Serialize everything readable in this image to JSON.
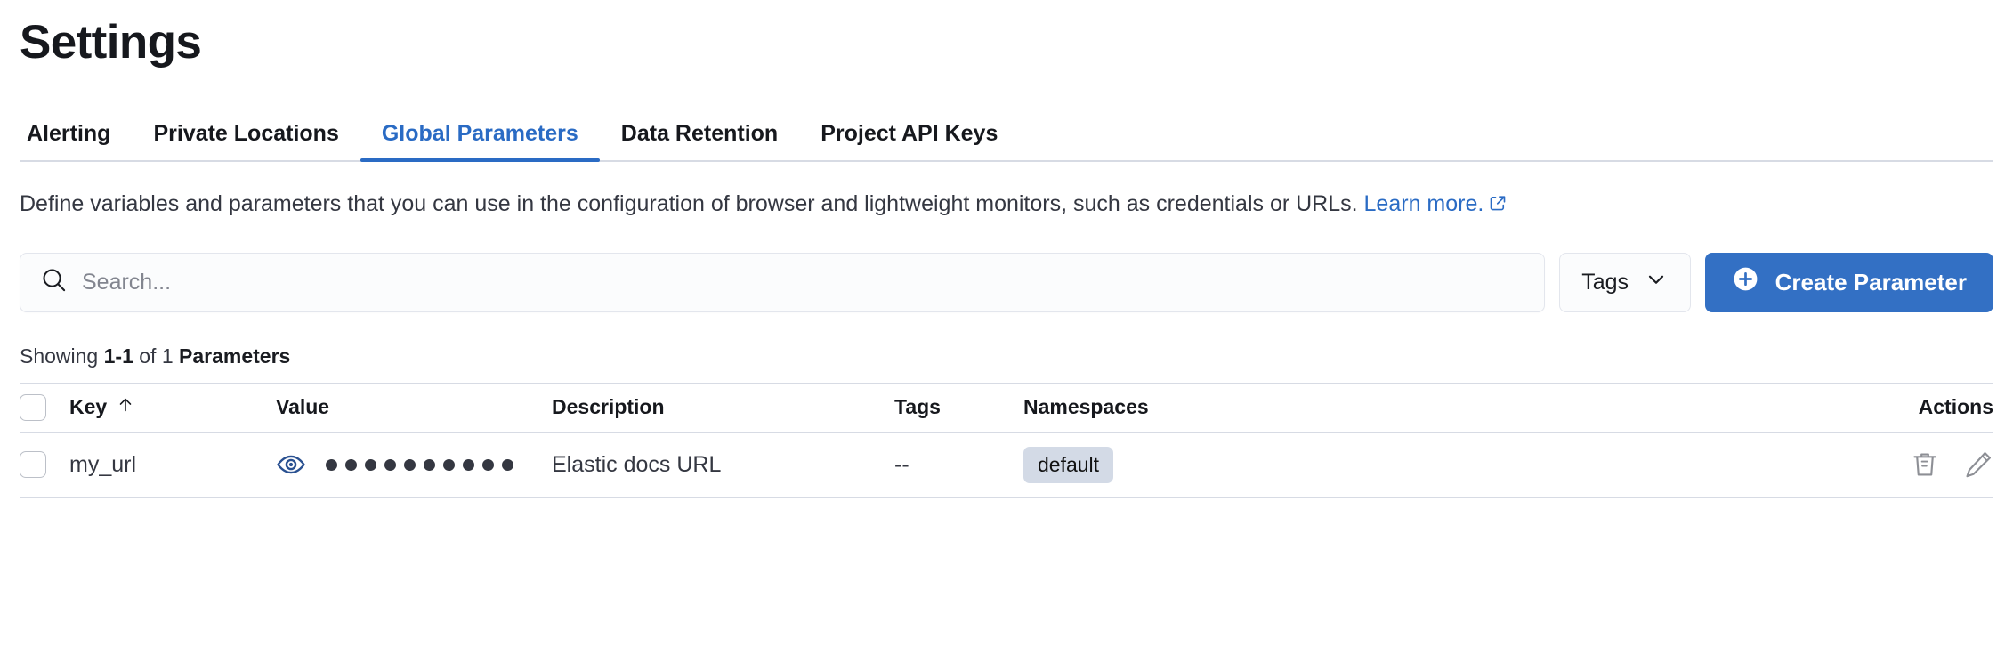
{
  "header": {
    "title": "Settings"
  },
  "tabs": [
    {
      "label": "Alerting",
      "active": false
    },
    {
      "label": "Private Locations",
      "active": false
    },
    {
      "label": "Global Parameters",
      "active": true
    },
    {
      "label": "Data Retention",
      "active": false
    },
    {
      "label": "Project API Keys",
      "active": false
    }
  ],
  "description": {
    "text": "Define variables and parameters that you can use in the configuration of browser and lightweight monitors, such as credentials or URLs. ",
    "link_label": "Learn more.",
    "link_icon": "external-link-icon"
  },
  "controls": {
    "search_placeholder": "Search...",
    "search_value": "",
    "search_icon": "search-icon",
    "tags_label": "Tags",
    "tags_chevron_icon": "chevron-down-icon",
    "create_label": "Create Parameter",
    "create_icon": "plus-circle-icon",
    "accent_color": "#3370c4"
  },
  "results": {
    "showing_prefix": "Showing ",
    "range": "1-1",
    "of": " of 1 ",
    "entity": "Parameters"
  },
  "table": {
    "columns": [
      {
        "label": "Key",
        "sort_icon": "arrow-up-icon"
      },
      {
        "label": "Value"
      },
      {
        "label": "Description"
      },
      {
        "label": "Tags"
      },
      {
        "label": "Namespaces"
      },
      {
        "label": "Actions"
      }
    ],
    "rows": [
      {
        "key": "my_url",
        "value_masked": "••••••••••",
        "value_dot_count": 10,
        "reveal_icon": "eye-icon",
        "description": "Elastic docs URL",
        "tags": "--",
        "namespace": "default",
        "actions": [
          {
            "icon": "trash-icon",
            "name": "delete-parameter-button"
          },
          {
            "icon": "pencil-icon",
            "name": "edit-parameter-button"
          }
        ]
      }
    ]
  }
}
